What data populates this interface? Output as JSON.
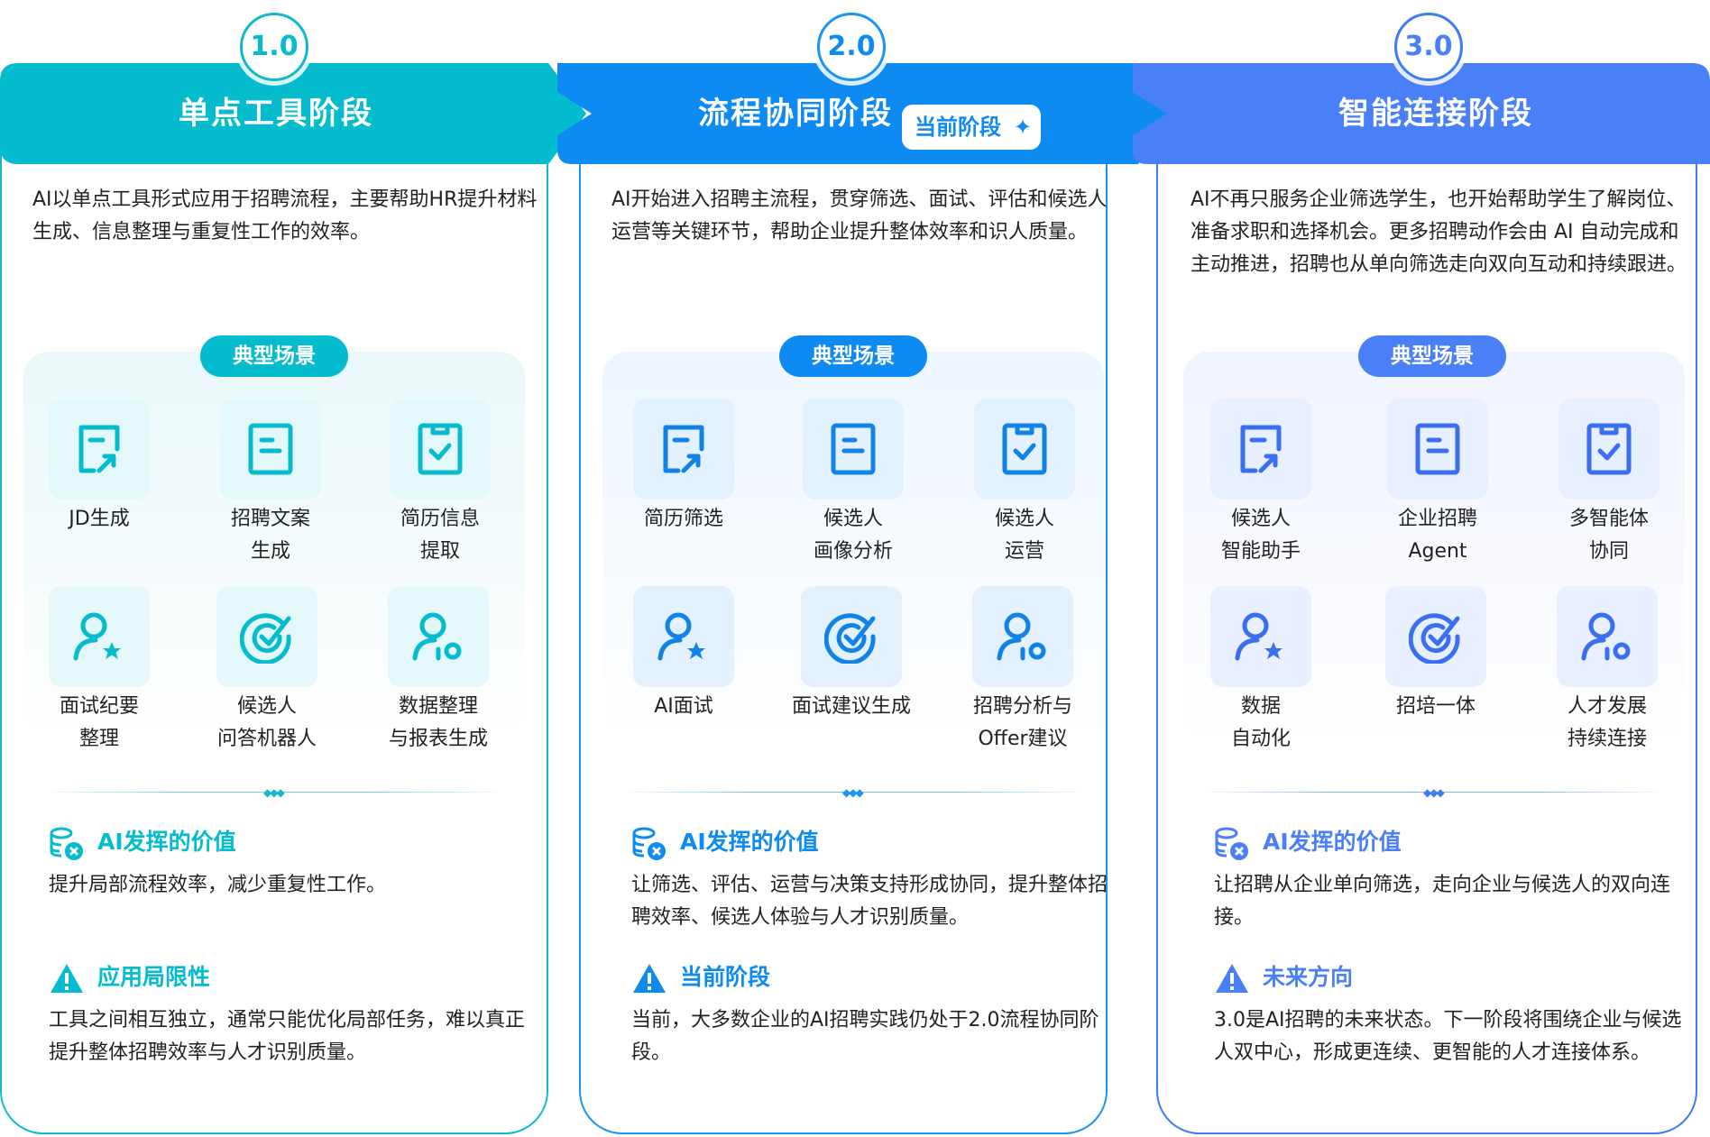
{
  "stages": [
    {
      "version": "1.0",
      "title": "单点工具阶段",
      "description": "AI以单点工具形式应用于招聘流程，主要帮助HR提升材料生成、信息整理与重复性工作的效率。",
      "scene_label": "典型场景",
      "scenes": [
        {
          "icon": "document-edit-icon",
          "label": "JD生成"
        },
        {
          "icon": "document-icon",
          "label": "招聘文案\n生成"
        },
        {
          "icon": "document-check-icon",
          "label": "简历信息\n提取"
        },
        {
          "icon": "user-star-icon",
          "label": "面试纪要\n整理"
        },
        {
          "icon": "target-check-icon",
          "label": "候选人\n问答机器人"
        },
        {
          "icon": "user-gear-icon",
          "label": "数据整理\n与报表生成"
        }
      ],
      "value_title": "AI发挥的价值",
      "value_text": "提升局部流程效率，减少重复性工作。",
      "note_title": "应用局限性",
      "note_text": "工具之间相互独立，通常只能优化局部任务，难以真正提升整体招聘效率与人才识别质量。",
      "colors": {
        "primary": "#05bccf"
      }
    },
    {
      "version": "2.0",
      "title": "流程协同阶段",
      "badge": "当前阶段",
      "description": "AI开始进入招聘主流程，贯穿筛选、面试、评估和候选人运营等关键环节，帮助企业提升整体效率和识人质量。",
      "scene_label": "典型场景",
      "scenes": [
        {
          "icon": "document-edit-icon",
          "label": "简历筛选"
        },
        {
          "icon": "document-icon",
          "label": "候选人\n画像分析"
        },
        {
          "icon": "document-check-icon",
          "label": "候选人\n运营"
        },
        {
          "icon": "user-star-icon",
          "label": "AI面试"
        },
        {
          "icon": "target-check-icon",
          "label": "面试建议生成"
        },
        {
          "icon": "user-gear-icon",
          "label": "招聘分析与\nOffer建议"
        }
      ],
      "value_title": "AI发挥的价值",
      "value_text": "让筛选、评估、运营与决策支持形成协同，提升整体招聘效率、候选人体验与人才识别质量。",
      "note_title": "当前阶段",
      "note_text": "当前，大多数企业的AI招聘实践仍处于2.0流程协同阶段。",
      "colors": {
        "primary": "#0d8bf2"
      }
    },
    {
      "version": "3.0",
      "title": "智能连接阶段",
      "description": "AI不再只服务企业筛选学生，也开始帮助学生了解岗位、准备求职和选择机会。更多招聘动作会由 AI 自动完成和主动推进，招聘也从单向筛选走向双向互动和持续跟进。",
      "scene_label": "典型场景",
      "scenes": [
        {
          "icon": "document-edit-icon",
          "label": "候选人\n智能助手"
        },
        {
          "icon": "document-icon",
          "label": "企业招聘\nAgent"
        },
        {
          "icon": "document-check-icon",
          "label": "多智能体\n协同"
        },
        {
          "icon": "user-star-icon",
          "label": "数据\n自动化"
        },
        {
          "icon": "target-check-icon",
          "label": "招培一体"
        },
        {
          "icon": "user-gear-icon",
          "label": "人才发展\n持续连接"
        }
      ],
      "value_title": "AI发挥的价值",
      "value_text": "让招聘从企业单向筛选，走向企业与候选人的双向连接。",
      "note_title": "未来方向",
      "note_text": "3.0是AI招聘的未来状态。下一阶段将围绕企业与候选人双中心，形成更连续、更智能的人才连接体系。",
      "colors": {
        "primary": "#4a80f7"
      }
    }
  ]
}
